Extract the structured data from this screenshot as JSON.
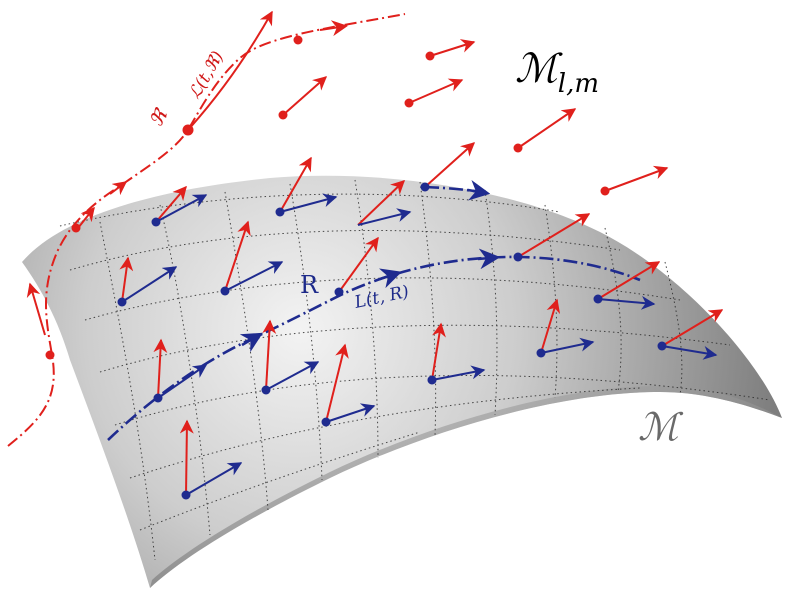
{
  "labels": {
    "manifold_lm_base": "ℳ",
    "manifold_lm_sub": "l,m",
    "manifold": "ℳ",
    "curve_point_blue": "R",
    "curve_label_blue": "L(t, R)",
    "curve_point_red": "ℜ",
    "curve_label_red": "ℒ(t,ℜ)"
  },
  "colors": {
    "red": "#e0201c",
    "blue": "#1f2b8f",
    "surface_light": "#f2f2f2",
    "surface_dark": "#8a8a8a",
    "grid": "#2b2b2b",
    "label_manifold": "#6a6a6a"
  }
}
